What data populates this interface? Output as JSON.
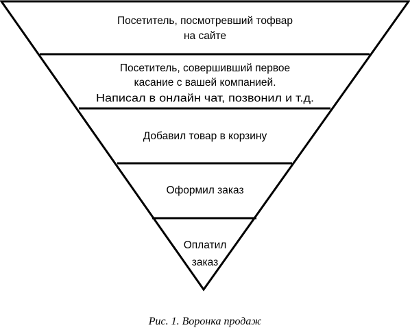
{
  "funnel": {
    "stages": [
      {
        "lines": [
          "Посетитель, посмотревший тофвар",
          "на сайте"
        ]
      },
      {
        "lines": [
          "Посетитель, совершивший первое",
          "касание с вашей компанией.",
          "Написал в онлайн чат, позвонил и т.д."
        ]
      },
      {
        "lines": [
          "Добавил товар в корзину"
        ]
      },
      {
        "lines": [
          "Оформил заказ"
        ]
      },
      {
        "lines": [
          "Оплатил",
          "заказ"
        ]
      }
    ]
  },
  "caption": "Рис. 1. Воронка продаж",
  "colors": {
    "stroke": "#000000",
    "fill": "#ffffff",
    "text": "#000000"
  }
}
